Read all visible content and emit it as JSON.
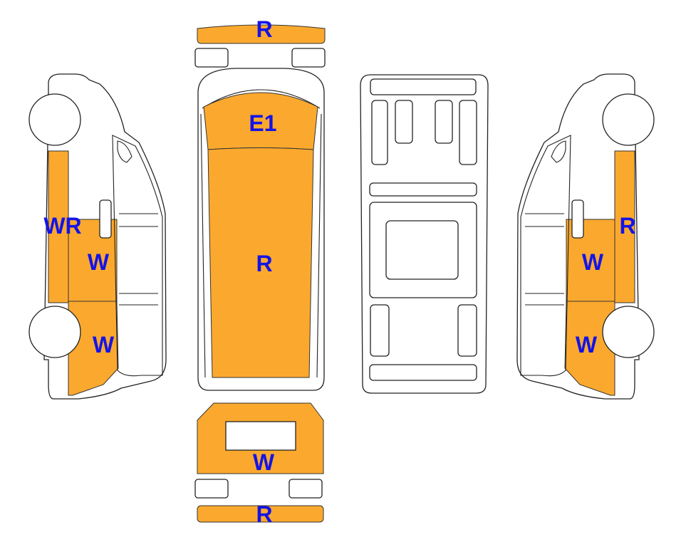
{
  "colors": {
    "damage_fill": "#FBA92E",
    "label_color": "#1414E6",
    "outline": "#222222",
    "background": "#FFFFFF"
  },
  "labels": {
    "front_bumper": "R",
    "hood": "E1",
    "roof": "R",
    "rear_door": "W",
    "rear_bumper": "R",
    "left_pillar": "WR",
    "left_front_door": "W",
    "left_rear_fender": "W",
    "right_pillar": "R",
    "right_front_door": "W",
    "right_rear_fender": "W"
  }
}
